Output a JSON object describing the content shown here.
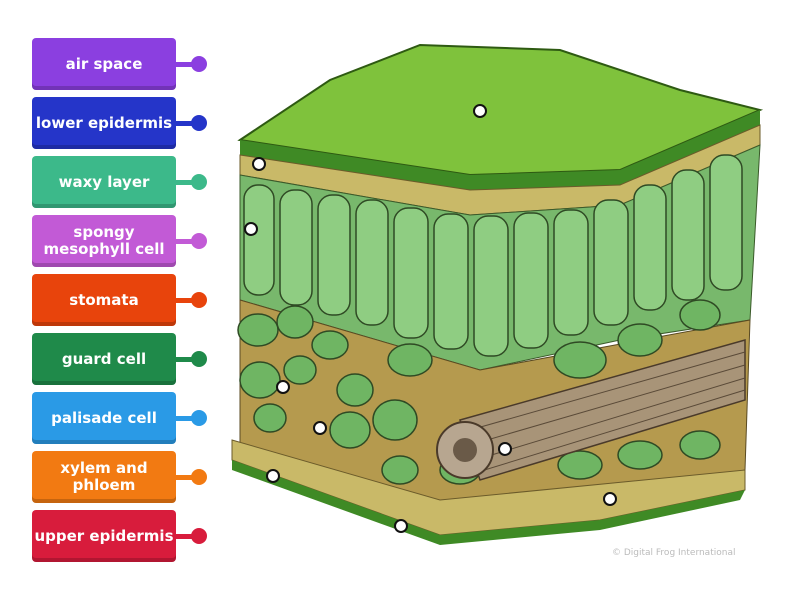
{
  "labels": [
    {
      "text": "air space",
      "color": "#8b3fe0"
    },
    {
      "text": "lower epidermis",
      "color": "#2535c9"
    },
    {
      "text": "waxy layer",
      "color": "#3cb98a"
    },
    {
      "text": "spongy mesophyll cell",
      "color": "#c25ad6"
    },
    {
      "text": "stomata",
      "color": "#e8440c"
    },
    {
      "text": "guard cell",
      "color": "#1f8a4a"
    },
    {
      "text": "palisade cell",
      "color": "#2a9ae6"
    },
    {
      "text": "xylem and phloem",
      "color": "#f27a12"
    },
    {
      "text": "upper epidermis",
      "color": "#d81c3c"
    }
  ],
  "credit": "© Digital Frog International"
}
